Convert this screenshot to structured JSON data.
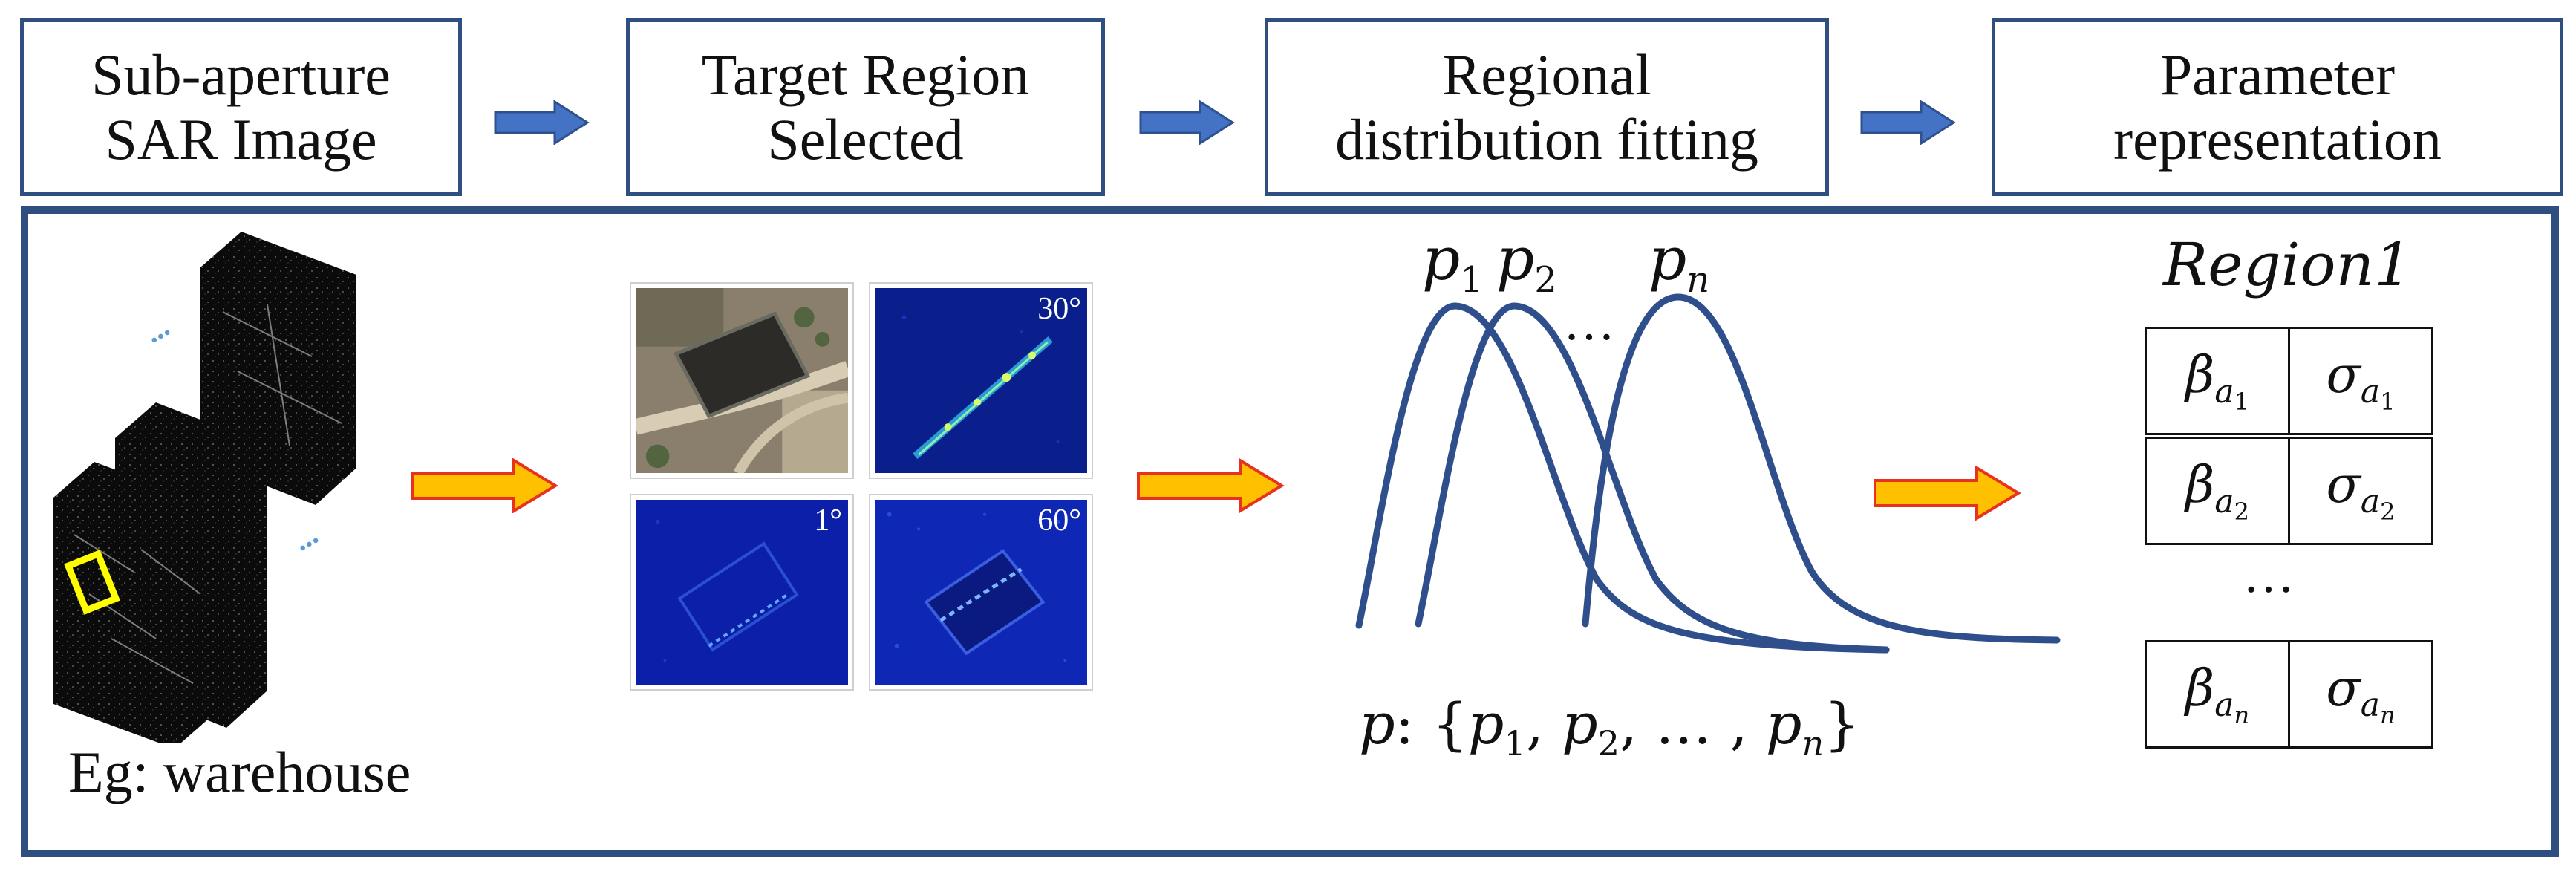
{
  "stages": [
    {
      "line1": "Sub-aperture",
      "line2": "SAR Image"
    },
    {
      "line1": "Target Region",
      "line2": "Selected"
    },
    {
      "line1": "Regional",
      "line2": "distribution fitting"
    },
    {
      "line1": "Parameter",
      "line2": "representation"
    }
  ],
  "sar_stack": {
    "caption": "Eg: warehouse",
    "ellipsis_top": "...",
    "ellipsis_bottom": "..."
  },
  "region_tiles": [
    {
      "angle": ""
    },
    {
      "angle": "30°"
    },
    {
      "angle": "1°"
    },
    {
      "angle": "60°"
    }
  ],
  "distribution": {
    "labels": [
      {
        "base": "p",
        "sub": "1"
      },
      {
        "base": "p",
        "sub": "2"
      },
      {
        "base": "p",
        "sub": "n"
      }
    ],
    "ellipsis": "…",
    "set_base": "p",
    "set_open": ": {",
    "set_p1_sub": "1",
    "set_p2_sub": "2",
    "set_sep": ", … , ",
    "set_pn_sub": "n",
    "set_close": "}"
  },
  "parameters": {
    "title": "Region1",
    "rows": [
      {
        "beta": "β",
        "beta_sub": "a",
        "beta_subsub": "1",
        "sigma": "σ",
        "sigma_sub": "a",
        "sigma_subsub": "1"
      },
      {
        "beta": "β",
        "beta_sub": "a",
        "beta_subsub": "2",
        "sigma": "σ",
        "sigma_sub": "a",
        "sigma_subsub": "2"
      },
      {
        "beta": "β",
        "beta_sub": "a",
        "beta_subsub": "n",
        "sigma": "σ",
        "sigma_sub": "a",
        "sigma_subsub": "n"
      }
    ],
    "ellipsis": "…"
  },
  "colors": {
    "box_border": "#2f4f80",
    "blue_arrow": "#4472c4",
    "orange_arrow_fill": "#ffc000",
    "orange_arrow_stroke": "#e8321e",
    "curve": "#2f4f8c",
    "selection": "#ffff00"
  }
}
